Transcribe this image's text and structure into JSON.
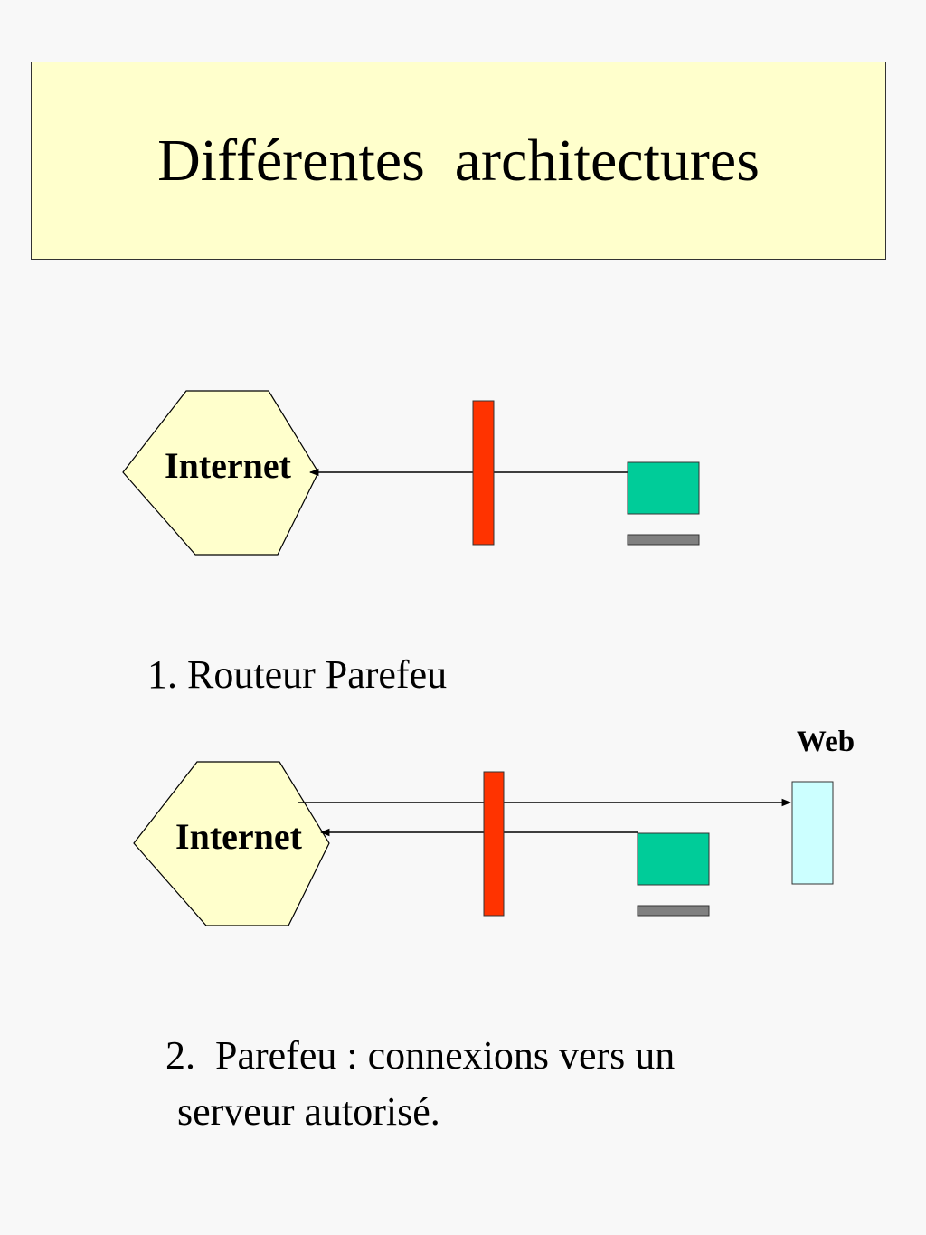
{
  "title": "Différentes  architectures",
  "diagram1": {
    "node_label": "Internet",
    "caption": "1. Routeur Parefeu"
  },
  "diagram2": {
    "node_label": "Internet",
    "server_label": "Web",
    "caption_line1": "2.  Parefeu : connexions vers un",
    "caption_line2": "serveur autorisé."
  },
  "colors": {
    "title_background": "#ffffcc",
    "internet_fill": "#ffffcc",
    "firewall": "#ff3300",
    "workstation": "#00cc99",
    "keyboard": "#808080",
    "web_server": "#ccffff"
  }
}
